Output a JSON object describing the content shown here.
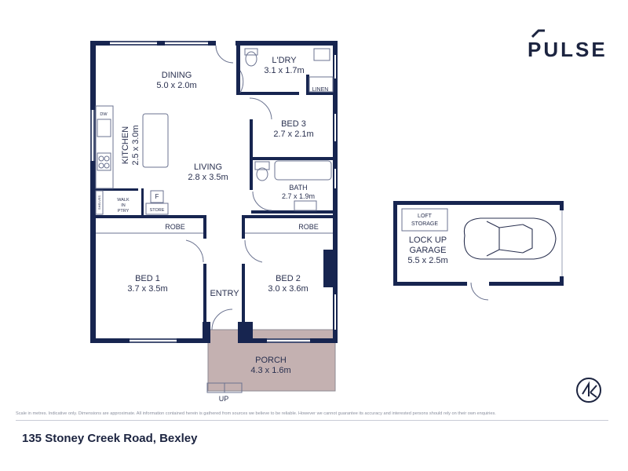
{
  "brand": {
    "name": "PULSE"
  },
  "address": "135 Stoney Creek Road, Bexley",
  "disclaimer": "Scale in metres. Indicative only. Dimensions are approximate. All information contained herein is gathered from sources we believe to be reliable. However we cannot guarantee its accuracy and interested persons should rely on their own enquiries.",
  "rooms": {
    "dining": {
      "name": "DINING",
      "size": "5.0 x 2.0m"
    },
    "laundry": {
      "name": "L'DRY",
      "size": "3.1 x 1.7m"
    },
    "linen": {
      "name": "LINEN"
    },
    "kitchen": {
      "name": "KITCHEN",
      "size": "2.5 x 3.0m"
    },
    "living": {
      "name": "LIVING",
      "size": "2.8 x 3.5m"
    },
    "bed3": {
      "name": "BED 3",
      "size": "2.7 x 2.1m"
    },
    "bath": {
      "name": "BATH",
      "size": "2.7 x 1.9m"
    },
    "walkin": {
      "line1": "WALK",
      "line2": "IN",
      "line3": "PTRY"
    },
    "store": {
      "name": "STORE"
    },
    "fridge": {
      "name": "F"
    },
    "dw": {
      "name": "DW"
    },
    "shelves": {
      "name": "SHELVES"
    },
    "robe1": {
      "name": "ROBE"
    },
    "robe2": {
      "name": "ROBE"
    },
    "bed1": {
      "name": "BED 1",
      "size": "3.7 x 3.5m"
    },
    "entry": {
      "name": "ENTRY"
    },
    "bed2": {
      "name": "BED 2",
      "size": "3.0 x 3.6m"
    },
    "porch": {
      "name": "PORCH",
      "size": "4.3 x 1.6m"
    },
    "up": {
      "name": "UP"
    },
    "loft": {
      "line1": "LOFT",
      "line2": "STORAGE"
    },
    "garage": {
      "line1": "LOCK UP",
      "line2": "GARAGE",
      "size": "5.5 x 2.5m"
    }
  },
  "colors": {
    "wall": "#172550",
    "porch": "#c4b1b1",
    "text": "#2a3150"
  }
}
